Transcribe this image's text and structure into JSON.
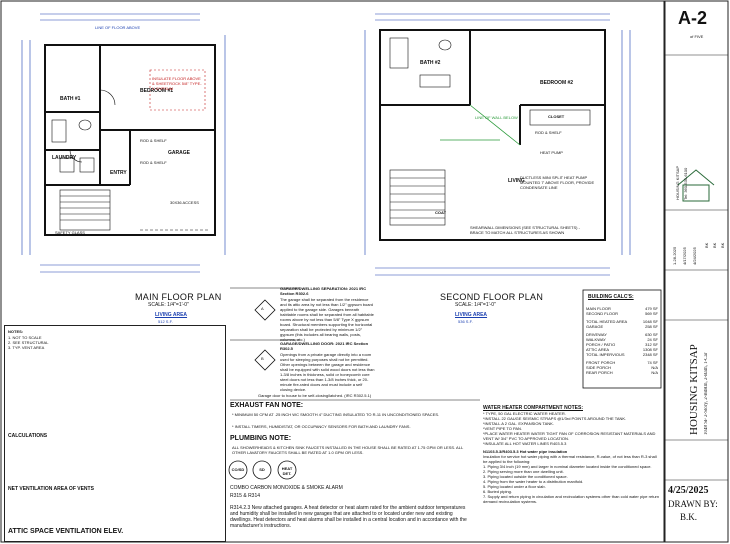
{
  "sheet": {
    "number": "A-2",
    "of": "of FIVE",
    "project_title_1": "HOUSING KITSAP",
    "project_title_2": "1048 SF 2-Story, 2-BdRm, 2-Bath, 1-Car",
    "date": "4/25/2025",
    "drawn_by_label": "DRAWN BY:",
    "drawn_by": "B.K.",
    "company_address": [
      "HOUSING KITSAP",
      "Tel: 360-535-6100"
    ],
    "revisions": [
      "1-28-2025",
      "4/17/2025",
      "4/24/2025"
    ],
    "revision_initials": [
      "BK",
      "BK",
      "BK"
    ]
  },
  "main_floor": {
    "title": "MAIN FLOOR  PLAN",
    "scale": "SCALE: 1/4\"=1'-0\"",
    "living_area_label": "LIVING AREA",
    "living_area_value": "512 S.F.",
    "top_note": "LINE OF FLOOR ABOVE",
    "rooms": {
      "bedroom": "BEDROOM #1",
      "garage": "GARAGE",
      "bath": "BATH #1",
      "laundry": "LAUNDRY",
      "entry": "ENTRY",
      "safety_glass": "SAFETY GLASS"
    },
    "garage_note": "INSULATE FLOOR ABOVE & SHEETROCK 5/8\" TYPE-X GYPSUM",
    "side_notes": [
      "ROD & SHELF",
      "ROD & SHELF",
      "30X36 ACCESS"
    ]
  },
  "second_floor": {
    "title": "SECOND FLOOR  PLAN",
    "scale": "SCALE: 1/4\"=1'-0\"",
    "living_area_label": "LIVING AREA",
    "living_area_value": "536 S.F.",
    "rooms": {
      "bedroom": "BEDROOM #2",
      "bath": "BATH #2",
      "living": "LIVING",
      "closet": "CLOSET",
      "coat": "COAT",
      "line_of_floor": "LINE OF WALL BELOW"
    },
    "notes": [
      "HEAT PUMP",
      "ROD & SHELF"
    ],
    "heat_pump_note": "DUCTLESS MINI SPLIT HEAT PUMP MOUNTED 7' ABOVE FLOOR, PROVIDE CONDENSATE LINE",
    "bottom_note": "SHEARWALL DIMENSIONS (SEE STRUCTURAL SHEETS) - BRACE TO MATCH ALL STRUCTURES AS SHOWN"
  },
  "garage_separation": {
    "heading": "GARAGE/DWELLING SEPARATION: 2021 IRC Section R302.6",
    "text": "The garage shall be separated from the residence and its attic area by not less than 1/2\" gypsum board applied to the garage side. Garages beneath habitable rooms shall be separated from all habitable rooms above by not less than 5/8\" Type X gypsum board. Structural members supporting the horizontal separation shall be protected by minimum 1/2\" gypsum (this includes all bearing walls, posts, columns, etc.)",
    "heading2": "GARAGE/DWELLING DOOR: 2021 IRC Section R302.5",
    "text2": "Openings from a private garage directly into a room used for sleeping purposes shall not be permitted. Other openings between the garage and residence shall be equipped with solid wood doors not less than 1-3/8 inches in thickness, solid or honeycomb core steel doors not less than 1-3/8 inches thick, or 20-minute fire-rated doors and must include a self closing device.",
    "footer": "Garage door to house to be self-closing/latched. (IRC R302.5.1)",
    "markers": [
      "A",
      "B"
    ]
  },
  "exhaust": {
    "heading": "EXHAUST FAN NOTE:",
    "lines": [
      "* MINIMUM 50 CFM AT .25 INCH WC SMOOTH 4\" DUCTING INSULATED TO R-11 IN UNCONDITIONED SPACES.",
      "* INSTALL TIMERS, HUMIDISTAT, OR OCCUPANCY SENSORS FOR BATH AND LAUNDRY FANS."
    ]
  },
  "plumbing": {
    "heading": "PLUMBING NOTE:",
    "text": "ALL SHOWERHEADS & KITCHEN SINK FAUCETS INSTALLED IN THE HOUSE SHALL BE RATED AT 1.75 GPM OR LESS. ALL OTHER LAVATORY FAUCETS SHALL BE RATED AT 1.0 GPM OR LESS."
  },
  "detectors": {
    "symbols": [
      "CO/SD",
      "SD",
      "HEAT DET."
    ],
    "caption": "COMBO CARBON MONOXIDE & SMOKE ALARM",
    "caption2": "R315 & R314",
    "paragraph": "R314.2.3 New attached garages. A heat detector or heat alarm rated for the ambient outdoor temperatures and humidity shall be installed in new garages that are attached to or located under new and existing dwellings. Heat detectors and heat alarms shall be installed in a central location and in accordance with the manufacturer's instructions."
  },
  "calculations": {
    "heading": "CALCULATIONS",
    "notes_heading": "NOTES:",
    "notes": [
      "1. NOT TO SCALE",
      "2. SEE STRUCTURAL",
      "3. TYP. VENT AREA"
    ],
    "net_vent_heading": "NET VENTILATION AREA OF VENTS",
    "attic_heading": "ATTIC SPACE VENTILATION ELEV."
  },
  "building_calcs": {
    "heading": "BUILDING CALC'S:",
    "rows": [
      {
        "label": "MAIN FLOOR",
        "value": "479 SF"
      },
      {
        "label": "SECOND FLOOR",
        "value": "569 SF"
      },
      {
        "label": "TOTAL HEATED AREA",
        "value": "1048 SF"
      },
      {
        "label": "GARAGE",
        "value": "258 SF"
      },
      {
        "label": "DRIVEWAY",
        "value": "630 SF"
      },
      {
        "label": "WALKWAY",
        "value": "24 SF"
      },
      {
        "label": "PORCH / PATIO",
        "value": "312 SF"
      },
      {
        "label": "ATTIC AREA",
        "value": "1308 SF"
      },
      {
        "label": "TOTAL IMPERVIOUS",
        "value": "2348 SF"
      },
      {
        "label": "FRONT PORCH",
        "value": "74 SF"
      },
      {
        "label": "SIDE PORCH",
        "value": "N/A"
      },
      {
        "label": "REAR PORCH",
        "value": "N/A"
      }
    ]
  },
  "water_heater": {
    "heading": "WATER HEATER COMPARTMENT NOTES:",
    "lines": [
      "* TYPE, 50 GAL ELECTRIC WATER HEATER.",
      "*INSTALL 22 GAUGE SEISMIC STRAPS @1/3rd POINTS AROUND THE TANK.",
      "*INSTALL A 2 GAL. EXPANSION TANK.",
      "*VENT PIPE TO PAN.",
      "*PLACE WATER HEATER WATER TIGHT PAN OF CORROSION RESISTANT MATERIALS AND VENT W/ 3/4\" PVC TO APPROVED LOCATION.",
      "*INSULATE ALL HOT WATER LINES R403.5.3"
    ],
    "pipe_heading": "N1103.5.3/R403.5.3 Hot water pipe insulation",
    "pipe_text": "Insulation for service hot water piping with a thermal resistance, R-value, of not less than R-3 shall be applied to the following:",
    "pipe_list": [
      "1. Piping 3/4 inch (19 mm) and larger in nominal diameter located inside the conditioned space.",
      "2. Piping serving more than one dwelling unit.",
      "3. Piping located outside the conditioned space.",
      "4. Piping from the water heater to a distribution manifold.",
      "5. Piping located under a floor slab.",
      "6. Buried piping.",
      "7. Supply and return piping in circulation and recirculation systems other than cold water pipe return demand recirculation systems."
    ]
  }
}
